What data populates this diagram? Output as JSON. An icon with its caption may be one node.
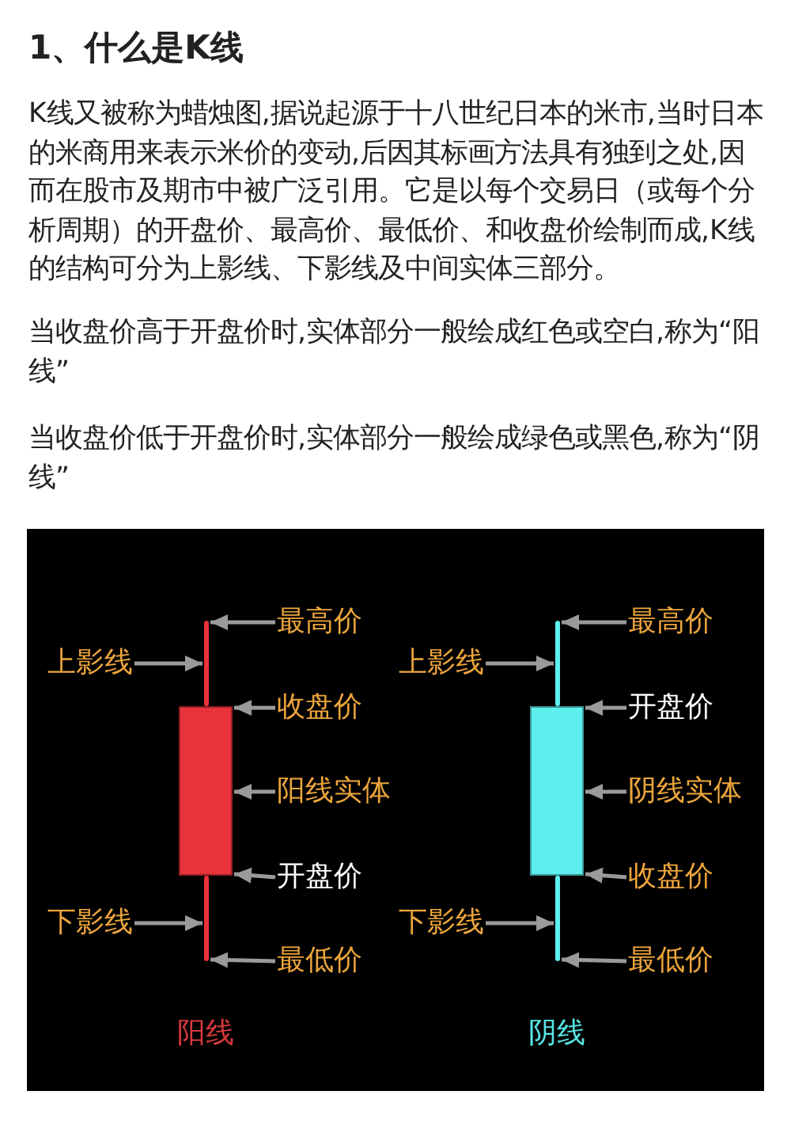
{
  "diagram": {
    "title": "1、什么是K线",
    "nodes": [
      {
        "text": [],
        "shape": "bar"
      },
      {
        "text": [],
        "shape": "box"
      },
      {
        "text": [],
        "shape": "bar"
      },
      {
        "text": [
          "最高价"
        ]
      },
      {
        "text": [
          "上影线"
        ]
      },
      {
        "text": [
          "收盘价"
        ]
      },
      {
        "text": [
          "阳线实体"
        ]
      },
      {
        "text": [
          "开盘价"
        ]
      },
      {
        "text": [
          "下影线"
        ]
      },
      {
        "text": [
          "最低价"
        ]
      },
      {
        "text": [],
        "shape": "bar"
      },
      {
        "text": [],
        "shape": "box"
      },
      {
        "text": [],
        "shape": "bar"
      },
      {
        "text": [
          "最高价"
        ]
      },
      {
        "text": [
          "上影线"
        ]
      },
      {
        "text": [
          "开盘价"
        ]
      },
      {
        "text": [
          "阴线实体"
        ]
      },
      {
        "text": [
          "收盘价"
        ]
      },
      {
        "text": [
          "下影线"
        ]
      },
      {
        "text": [
          "最低价"
        ]
      }
    ],
    "edges": [
      {
        "from": 3,
        "to": 0,
        "arrow": "to"
      },
      {
        "from": 4,
        "to": 0,
        "arrow": "to"
      },
      {
        "from": 5,
        "to": 1,
        "arrow": "to"
      },
      {
        "from": 6,
        "to": 1,
        "arrow": "to"
      },
      {
        "from": 7,
        "to": 1,
        "arrow": "to"
      },
      {
        "from": 8,
        "to": 2,
        "arrow": "to"
      },
      {
        "from": 9,
        "to": 2,
        "arrow": "to"
      },
      {
        "from": 13,
        "to": 10,
        "arrow": "to"
      },
      {
        "from": 14,
        "to": 10,
        "arrow": "to"
      },
      {
        "from": 15,
        "to": 11,
        "arrow": "to"
      },
      {
        "from": 16,
        "to": 11,
        "arrow": "to"
      },
      {
        "from": 17,
        "to": 11,
        "arrow": "to"
      },
      {
        "from": 18,
        "to": 12,
        "arrow": "to"
      },
      {
        "from": 19,
        "to": 12,
        "arrow": "to"
      }
    ],
    "labels": [
      "K线又被称为蜡烛图,据说起源于十八世纪日本的米市,当时日本的米商用来表示米价的变动,后因其标画方法具有独到之处,因而在股市及期市中被广泛引用。它是以每个交易日（或每个分析周期）的开盘价、最高价、最低价、和收盘价绘制而成,K线的结构可分为上影线、下影线及中间实体三部分。",
      "当收盘价高于开盘价时,实体部分一般绘成红色或空白,称为“阳线”",
      "当收盘价低于开盘价时,实体部分一般绘成绿色或黑色,称为“阴线”",
      "阳线",
      "阴线"
    ]
  }
}
